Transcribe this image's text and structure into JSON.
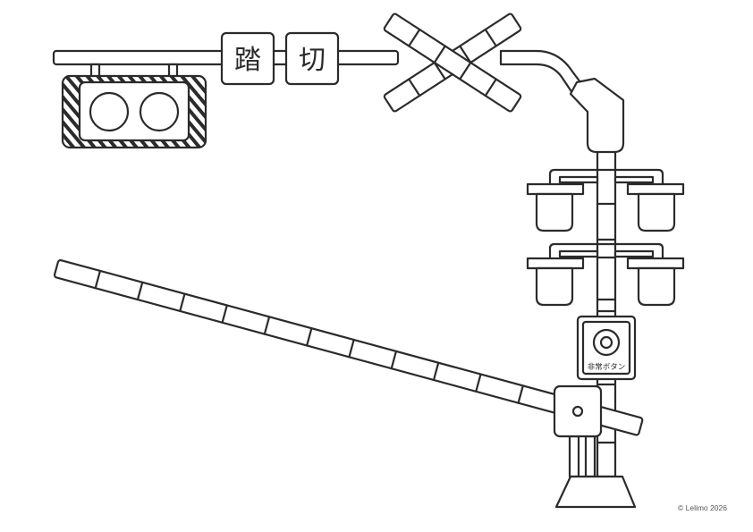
{
  "sign": {
    "char_1": "踏",
    "char_2": "切"
  },
  "emergency_button": {
    "label": "非常ボタン"
  },
  "footer": {
    "copyright": "© Lelimo 2026"
  },
  "colors": {
    "line": "#2b2b2b",
    "fill": "#ffffff"
  }
}
